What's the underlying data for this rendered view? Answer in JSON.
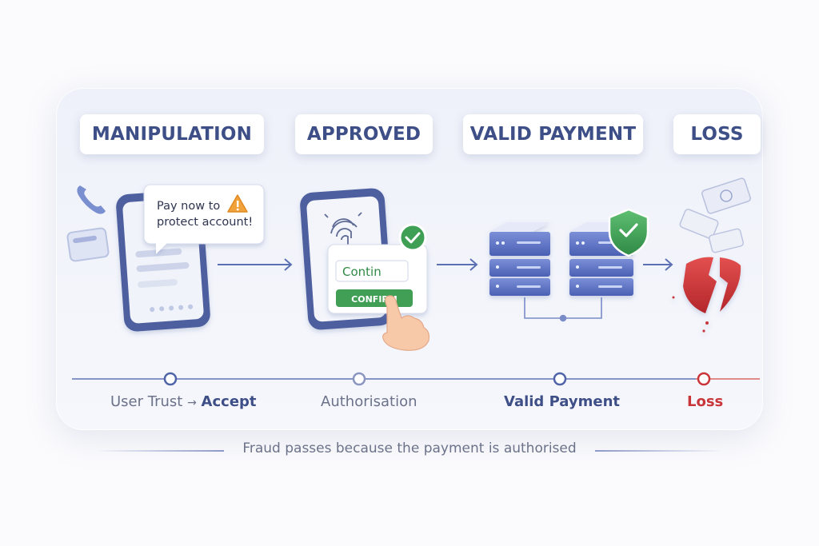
{
  "stages": [
    {
      "title": "MANIPULATION"
    },
    {
      "title": "APPROVED"
    },
    {
      "title": "VALID PAYMENT"
    },
    {
      "title": "LOSS"
    }
  ],
  "scam_message": {
    "line1": "Pay now to",
    "line2": "protect account!"
  },
  "approval_screen": {
    "field_text": "Contin",
    "button_text": "CONFIRM"
  },
  "timeline": {
    "user_trust": "User Trust",
    "arrow_glyph": "→",
    "accept": "Accept",
    "authorisation": "Authorisation",
    "valid_payment": "Valid Payment",
    "loss": "Loss"
  },
  "footer": {
    "caption": "Fraud passes because the payment is authorised"
  },
  "colors": {
    "title_text": "#3e4f87",
    "timeline_blue": "#5b6fb3",
    "loss_red": "#c8363a",
    "green_check": "#3f9f55",
    "server_blue": "#5d73c4"
  },
  "icons": [
    "phone-icon",
    "warning-icon",
    "fingerprint-icon",
    "check-icon",
    "shield-icon",
    "broken-shield-icon",
    "banknote-icon",
    "hand-icon",
    "server-icon",
    "arrow-icon"
  ]
}
